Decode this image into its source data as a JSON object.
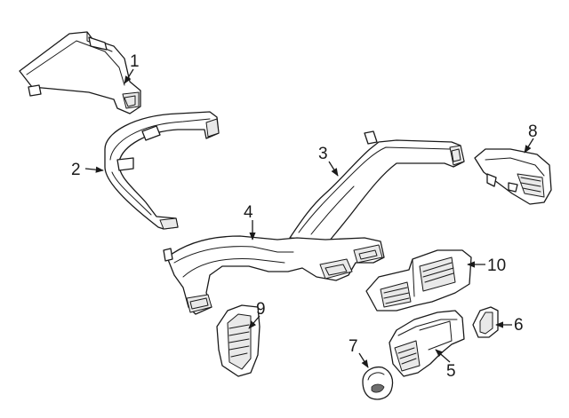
{
  "callouts": [
    {
      "id": "1",
      "label": "1"
    },
    {
      "id": "2",
      "label": "2"
    },
    {
      "id": "3",
      "label": "3"
    },
    {
      "id": "4",
      "label": "4"
    },
    {
      "id": "5",
      "label": "5"
    },
    {
      "id": "6",
      "label": "6"
    },
    {
      "id": "7",
      "label": "7"
    },
    {
      "id": "8",
      "label": "8"
    },
    {
      "id": "9",
      "label": "9"
    },
    {
      "id": "10",
      "label": "10"
    }
  ],
  "colors": {
    "line": "#1a1a1a",
    "background": "#ffffff",
    "shade": "#e9e9e9"
  }
}
